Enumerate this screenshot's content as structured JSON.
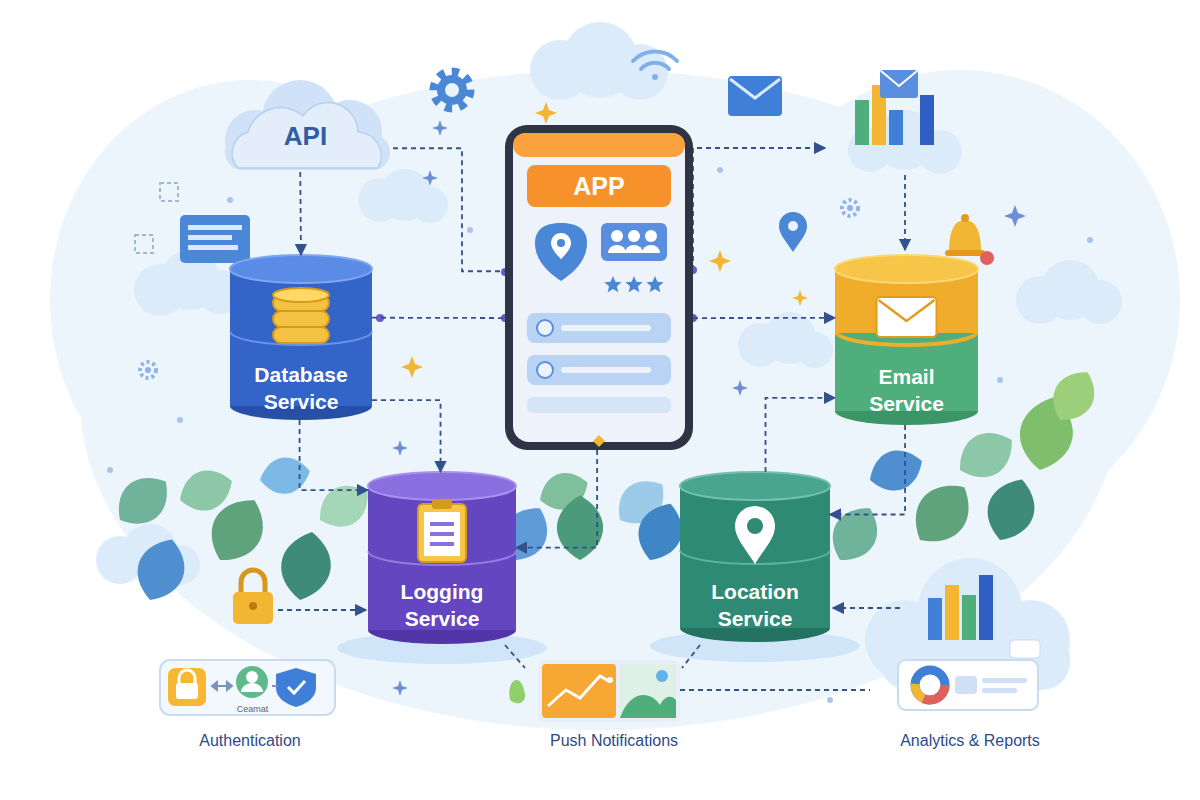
{
  "diagram": {
    "nodes": [
      {
        "text": [
          "API"
        ]
      },
      {
        "text": [
          "APP"
        ]
      },
      {
        "text": [
          "Database Service"
        ]
      },
      {
        "text": [
          "Email Service"
        ]
      },
      {
        "text": [
          "Logging Service"
        ]
      },
      {
        "text": [
          "Location Service"
        ]
      }
    ],
    "edges": [
      {
        "from": 0,
        "to": 2,
        "arrow": "to"
      },
      {
        "from": 0,
        "to": 1,
        "arrow": "none"
      },
      {
        "from": 2,
        "to": 1,
        "arrow": "none"
      },
      {
        "from": 1,
        "to": 3,
        "arrow": "to"
      },
      {
        "from": 2,
        "to": 4,
        "arrow": "to"
      },
      {
        "from": 2,
        "to": 4,
        "arrow": "to"
      },
      {
        "from": 1,
        "to": 4,
        "arrow": "to"
      },
      {
        "from": 5,
        "to": 3,
        "arrow": "to"
      },
      {
        "from": 3,
        "to": 5,
        "arrow": "to"
      }
    ],
    "labels": [
      "Ceamat",
      "Authentication",
      "Push Notifications",
      "Analytics & Reports"
    ]
  }
}
